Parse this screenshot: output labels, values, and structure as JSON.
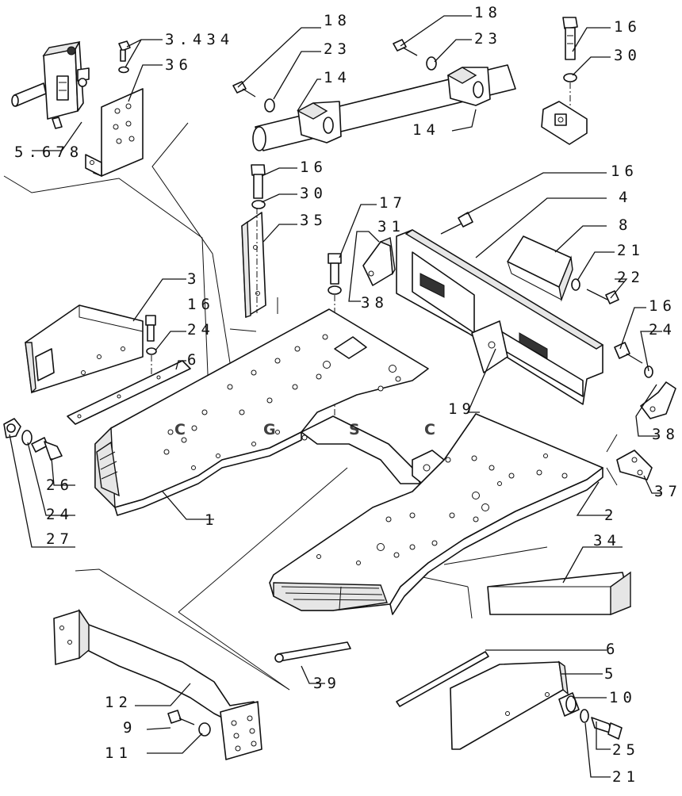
{
  "labels": [
    {
      "id": "l1",
      "text": "1"
    },
    {
      "id": "l2",
      "text": "2"
    },
    {
      "id": "l3",
      "text": "3"
    },
    {
      "id": "l3434",
      "text": "3.434"
    },
    {
      "id": "l4",
      "text": "4"
    },
    {
      "id": "l5",
      "text": "5"
    },
    {
      "id": "l5678",
      "text": "5.678"
    },
    {
      "id": "l6a",
      "text": "6"
    },
    {
      "id": "l6b",
      "text": "6"
    },
    {
      "id": "l8",
      "text": "8"
    },
    {
      "id": "l9",
      "text": "9"
    },
    {
      "id": "l10",
      "text": "10"
    },
    {
      "id": "l11",
      "text": "11"
    },
    {
      "id": "l12",
      "text": "12"
    },
    {
      "id": "l14a",
      "text": "14"
    },
    {
      "id": "l14b",
      "text": "14"
    },
    {
      "id": "l16a",
      "text": "16"
    },
    {
      "id": "l16b",
      "text": "16"
    },
    {
      "id": "l16c",
      "text": "16"
    },
    {
      "id": "l16d",
      "text": "16"
    },
    {
      "id": "l16e",
      "text": "16"
    },
    {
      "id": "l17",
      "text": "17"
    },
    {
      "id": "l18a",
      "text": "18"
    },
    {
      "id": "l18b",
      "text": "18"
    },
    {
      "id": "l19",
      "text": "19"
    },
    {
      "id": "l21a",
      "text": "21"
    },
    {
      "id": "l21b",
      "text": "21"
    },
    {
      "id": "l22",
      "text": "22"
    },
    {
      "id": "l23a",
      "text": "23"
    },
    {
      "id": "l23b",
      "text": "23"
    },
    {
      "id": "l24a",
      "text": "24"
    },
    {
      "id": "l24b",
      "text": "24"
    },
    {
      "id": "l24c",
      "text": "24"
    },
    {
      "id": "l25",
      "text": "25"
    },
    {
      "id": "l26",
      "text": "26"
    },
    {
      "id": "l27",
      "text": "27"
    },
    {
      "id": "l30a",
      "text": "30"
    },
    {
      "id": "l30b",
      "text": "30"
    },
    {
      "id": "l31",
      "text": "31"
    },
    {
      "id": "l34",
      "text": "34"
    },
    {
      "id": "l35",
      "text": "35"
    },
    {
      "id": "l36",
      "text": "36"
    },
    {
      "id": "l37",
      "text": "37"
    },
    {
      "id": "l38a",
      "text": "38"
    },
    {
      "id": "l38b",
      "text": "38"
    },
    {
      "id": "l39",
      "text": "39"
    }
  ],
  "watermark": {
    "letters": [
      "C",
      "G",
      "S",
      "C"
    ],
    "colors": {
      "C1": "#4f8ef7",
      "G": "#f06b6b",
      "S": "#f7d454",
      "C2": "#3fae6b"
    }
  }
}
